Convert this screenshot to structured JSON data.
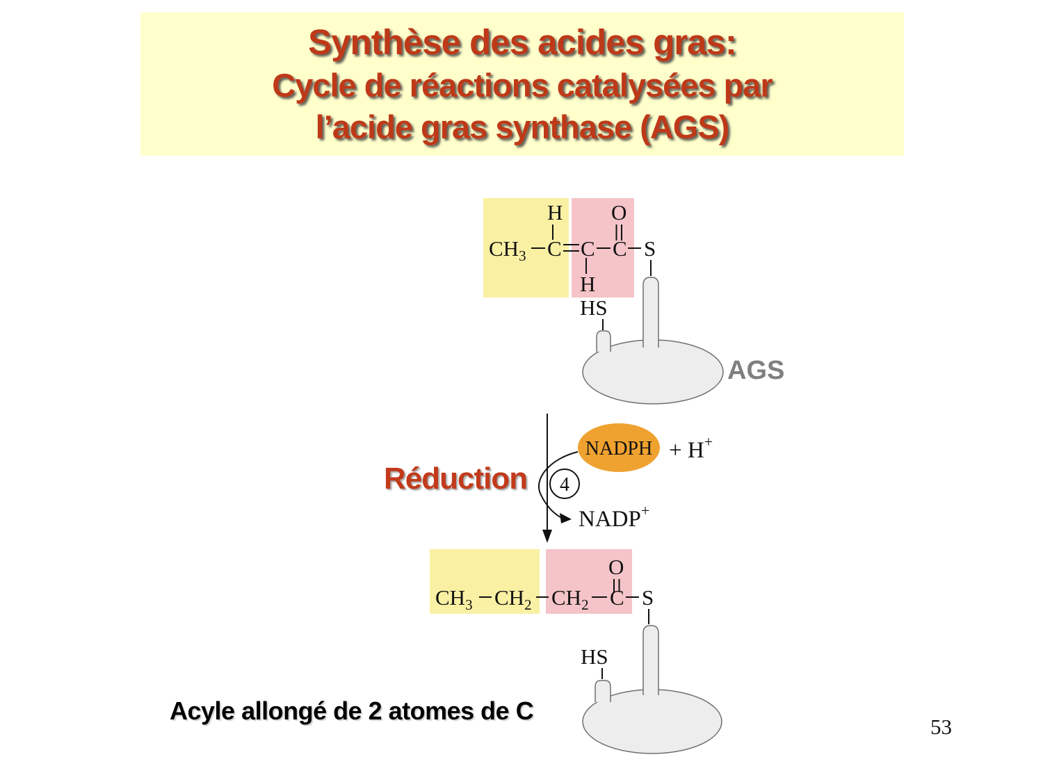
{
  "slide": {
    "title_lines": [
      "Synthèse des acides gras:",
      "Cycle de réactions catalysées par",
      "l’acide gras synthase (AGS)"
    ],
    "reaction_label": "Réduction",
    "step_number": "4",
    "enzyme_label": "AGS",
    "caption": "Acyle allongé de 2 atomes de C",
    "page_number": "53"
  },
  "top_structure": {
    "ch": "CH",
    "ch_sub": "3",
    "c1": "C",
    "c2": "C",
    "c3": "C",
    "h_top": "H",
    "h_bottom": "H",
    "o": "O",
    "s": "S",
    "hs": "HS"
  },
  "cofactors": {
    "nadph": "NADPH",
    "plus_h": "+ H",
    "plus_h_sup": "+",
    "nadp": "NADP",
    "nadp_sup": "+"
  },
  "bottom_structure": {
    "ch": "CH",
    "ch_sub": "3",
    "ch2a": "CH",
    "ch2a_sub": "2",
    "ch2b": "CH",
    "ch2b_sub": "2",
    "c": "C",
    "o": "O",
    "s": "S",
    "hs": "HS"
  },
  "colors": {
    "title_bg": "#FFFFCC",
    "title_text": "#BE3918",
    "highlight_yellow": "#FAF0A4",
    "highlight_pink": "#F4C4C8",
    "nadph_orange": "#EFA230",
    "enzyme_fill": "#EDEDED",
    "enzyme_stroke": "#6F6F6F",
    "ags_gray": "#7F7F7F"
  }
}
